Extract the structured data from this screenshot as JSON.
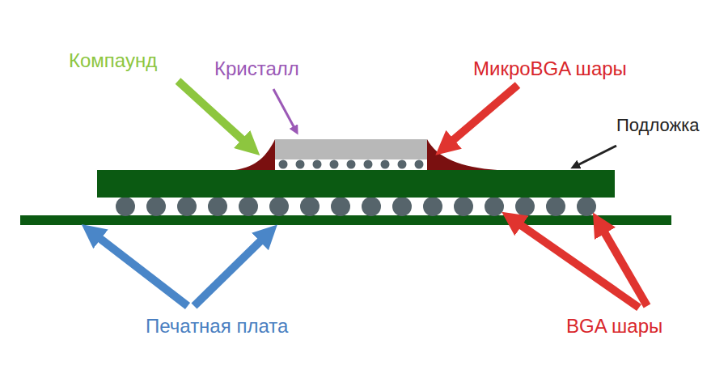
{
  "diagram": {
    "labels": [
      "Компаунд",
      "Кристалл",
      "МикроBGA шары",
      "Подложка",
      "Печатная плата",
      "BGA шары"
    ]
  }
}
